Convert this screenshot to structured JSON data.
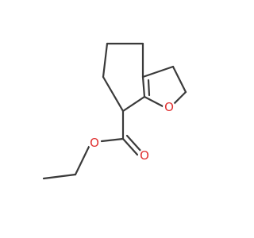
{
  "molecule": {
    "atoms": [
      {
        "id": "O1",
        "symbol": "O",
        "color": "#e03030"
      },
      {
        "id": "O2",
        "symbol": "O",
        "color": "#e03030"
      },
      {
        "id": "O3",
        "symbol": "O",
        "color": "#e03030"
      }
    ],
    "bond_color": "#3a3a3a"
  }
}
